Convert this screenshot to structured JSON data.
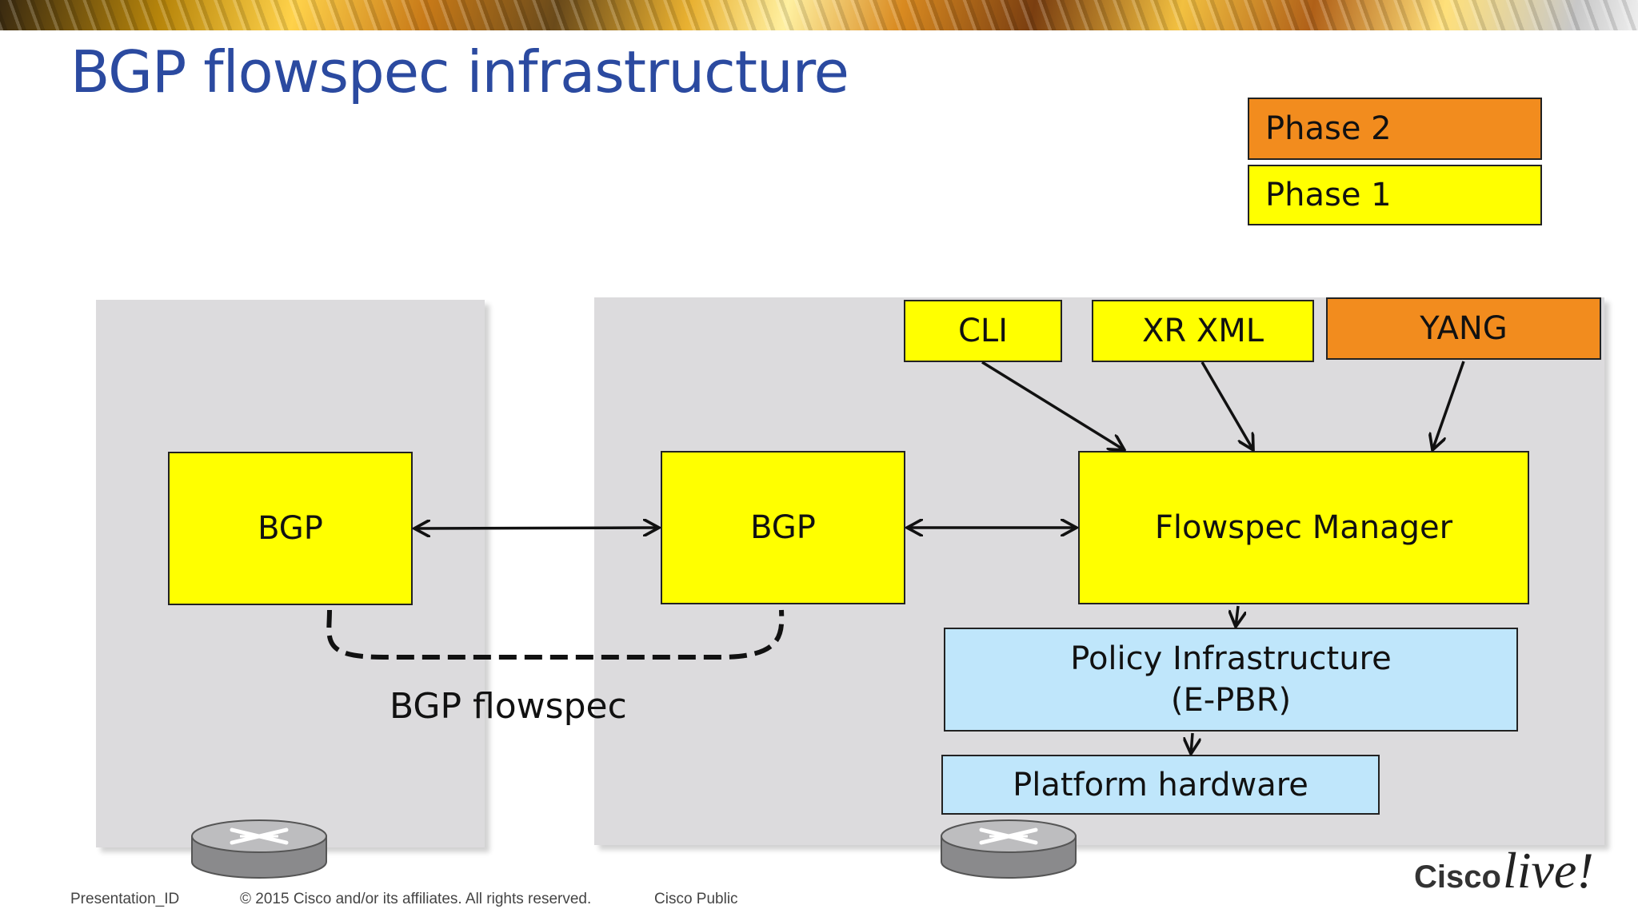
{
  "slide": {
    "title": "BGP flowspec infrastructure"
  },
  "legend": {
    "phase2": "Phase 2",
    "phase1": "Phase 1"
  },
  "diagram": {
    "left_bgp": "BGP",
    "right_bgp": "BGP",
    "flowspec_manager": "Flowspec Manager",
    "cli": "CLI",
    "xr_xml": "XR XML",
    "yang": "YANG",
    "policy_line1": "Policy Infrastructure",
    "policy_line2": "(E-PBR)",
    "platform_hardware": "Platform hardware",
    "session_label": "BGP flowspec"
  },
  "footer": {
    "presentation_id": "Presentation_ID",
    "copyright": "© 2015 Cisco and/or its affiliates. All rights reserved.",
    "classification": "Cisco Public"
  },
  "logo": {
    "brand": "Cisco",
    "event": "live!"
  },
  "colors": {
    "title_blue": "#2b4aa0",
    "phase1_yellow": "#ffff00",
    "phase2_orange": "#f28c1e",
    "infra_blue": "#bfe6fb",
    "panel_gray": "#dcdbdd"
  },
  "icons": [
    "router-icon-left",
    "router-icon-right"
  ]
}
